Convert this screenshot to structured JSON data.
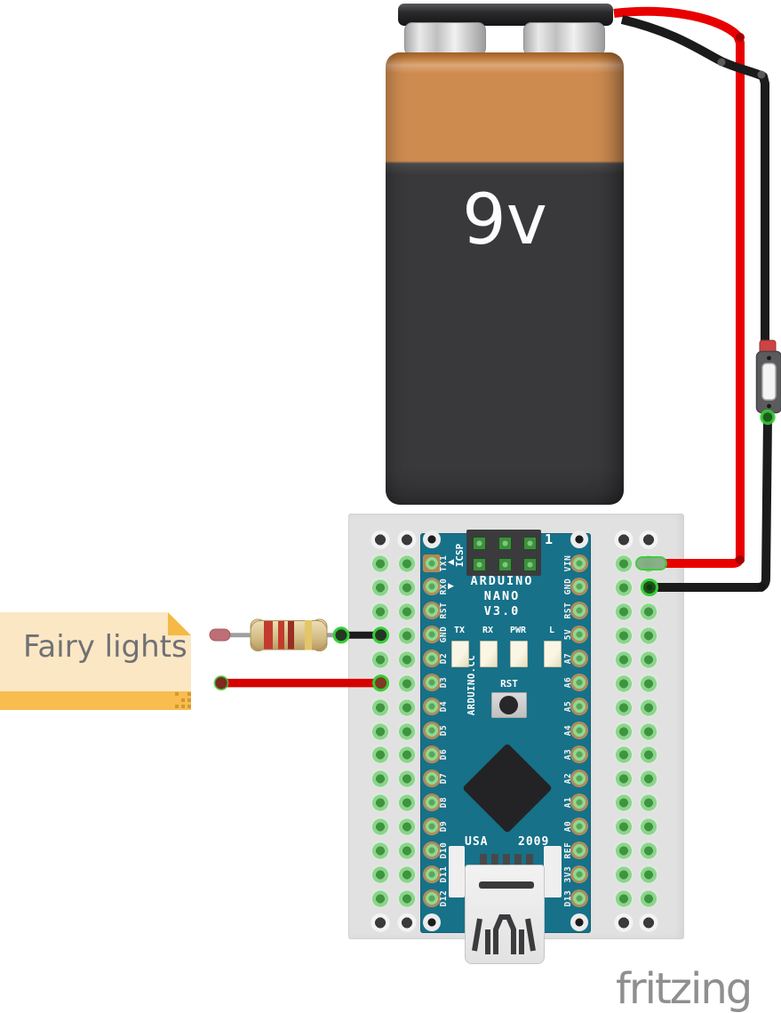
{
  "brand": "fritzing",
  "note": {
    "text": "Fairy lights"
  },
  "battery": {
    "label": "9v"
  },
  "nano": {
    "title_lines": [
      "ARDUINO",
      "NANO",
      "V3.0"
    ],
    "icsp_label": "ICSP",
    "pin1_marker": "1",
    "tx_arrow": "◀",
    "rx_arrow": "▶",
    "vertical_brand": "ARDUINO.CC",
    "reset_label": "RST",
    "origin_labels": [
      "USA",
      "2009"
    ],
    "leds": [
      "TX",
      "RX",
      "PWR",
      "L"
    ],
    "left_pins": [
      "TX1",
      "RX0",
      "RST",
      "GND",
      "D2",
      "D3",
      "D4",
      "D5",
      "D6",
      "D7",
      "D8",
      "D9",
      "D10",
      "D11",
      "D12"
    ],
    "right_pins": [
      "VIN",
      "GND",
      "RST",
      "5V",
      "A7",
      "A6",
      "A5",
      "A4",
      "A3",
      "A2",
      "A1",
      "A0",
      "REF",
      "3V3",
      "D13"
    ]
  },
  "breadboard": {
    "grid": {
      "rows": 17,
      "row_start": 607,
      "row_pitch": 26.94,
      "cols": [
        428,
        458,
        702,
        730
      ],
      "dark_rows": [
        0,
        16
      ]
    }
  },
  "colors": {
    "wire_positive": "#E80000",
    "wire_negative": "#1B1B1B",
    "connector_green": "#38CC38",
    "nano_board": "#177189",
    "breadboard": "#E1E1E1",
    "battery_orange": "#CE8B50",
    "battery_dark": "#39393B",
    "note_bg": "#FBE7C3",
    "note_accent": "#F8BC4F",
    "resistor_body": "#D3BC85",
    "resistor_bands": [
      "#C23B2E",
      "#C23B2E",
      "#992E24",
      "#E2C668"
    ]
  }
}
